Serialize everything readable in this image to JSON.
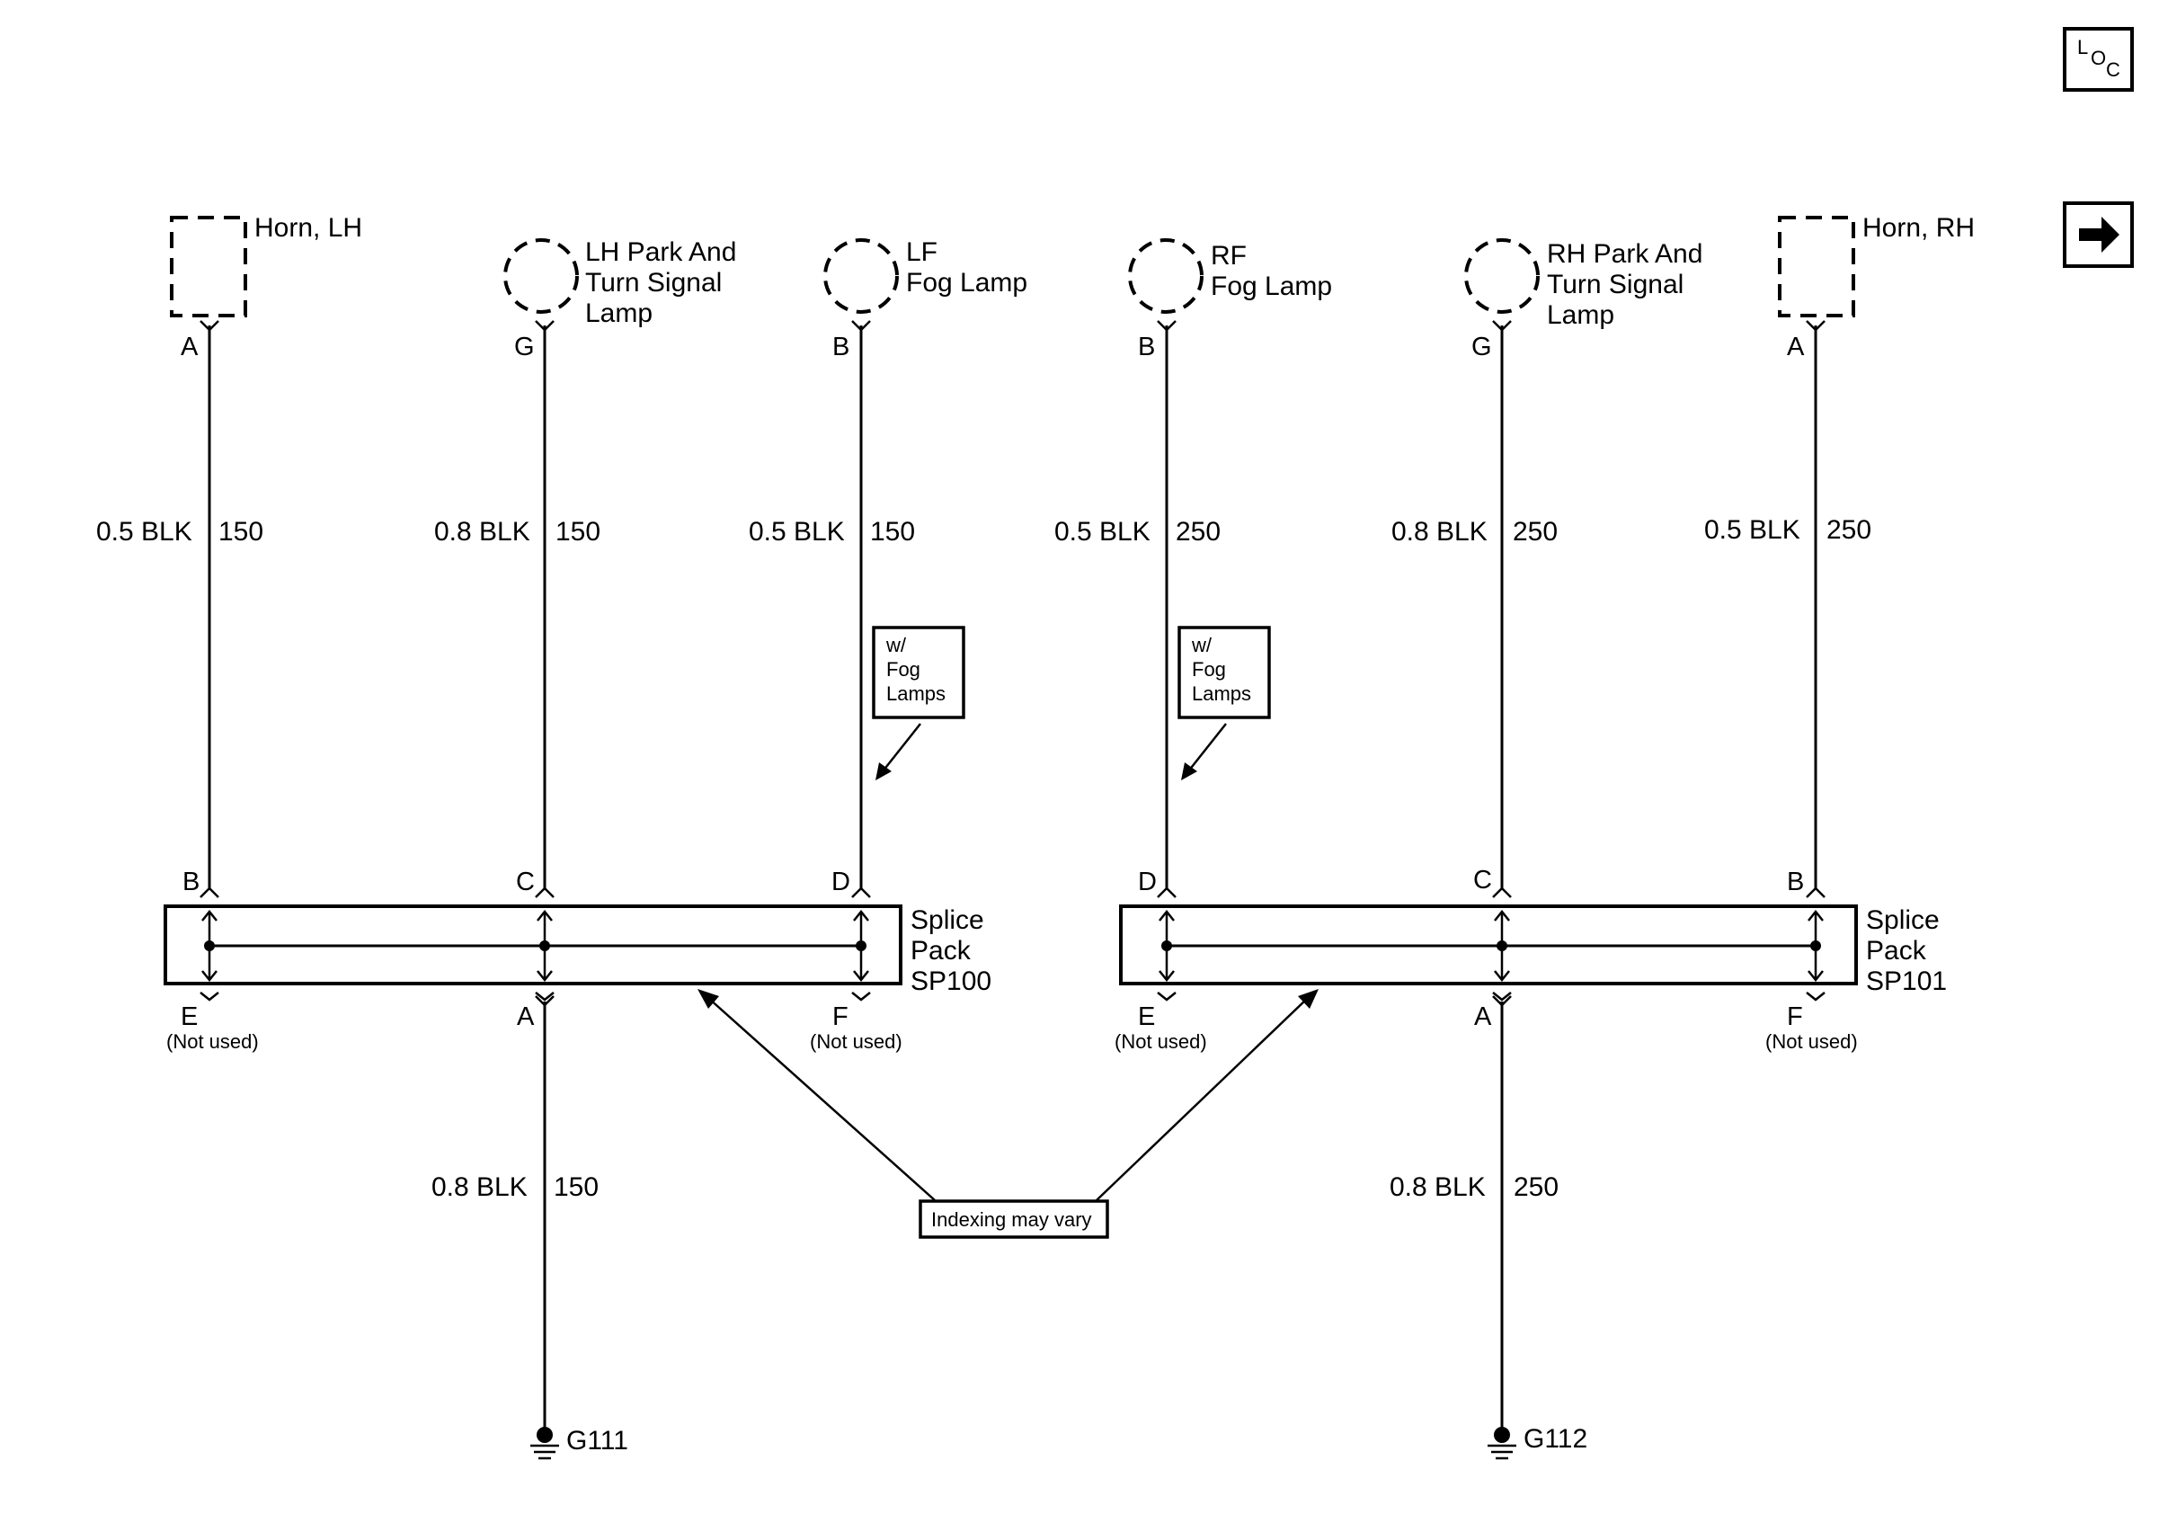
{
  "nav": {
    "loc_icon": "loc-icon",
    "next_icon": "right-arrow-icon"
  },
  "components": {
    "horn_lh": "Horn, LH",
    "lh_park_line1": "LH Park And",
    "lh_park_line2": "Turn Signal",
    "lh_park_line3": "Lamp",
    "lf_fog_line1": "LF",
    "lf_fog_line2": "Fog Lamp",
    "rf_fog_line1": "RF",
    "rf_fog_line2": "Fog Lamp",
    "rh_park_line1": "RH Park And",
    "rh_park_line2": "Turn Signal",
    "rh_park_line3": "Lamp",
    "horn_rh": "Horn, RH"
  },
  "top_pins": {
    "horn_lh": "A",
    "lh_park": "G",
    "lf_fog": "B",
    "rf_fog": "B",
    "rh_park": "G",
    "horn_rh": "A"
  },
  "wires": {
    "w1_size": "0.5 BLK",
    "w1_circuit": "150",
    "w2_size": "0.8 BLK",
    "w2_circuit": "150",
    "w3_size": "0.5 BLK",
    "w3_circuit": "150",
    "w4_size": "0.5 BLK",
    "w4_circuit": "250",
    "w5_size": "0.8 BLK",
    "w5_circuit": "250",
    "w6_size": "0.5 BLK",
    "w6_circuit": "250",
    "g1_size": "0.8 BLK",
    "g1_circuit": "150",
    "g2_size": "0.8 BLK",
    "g2_circuit": "250"
  },
  "option_note": {
    "line1": "w/",
    "line2": "Fog",
    "line3": "Lamps"
  },
  "splice_left": {
    "line1": "Splice",
    "line2": "Pack",
    "line3": "SP100",
    "pin_b": "B",
    "pin_c": "C",
    "pin_d": "D",
    "pin_e": "E",
    "pin_a": "A",
    "pin_f": "F",
    "not_used_e": "(Not used)",
    "not_used_f": "(Not used)"
  },
  "splice_right": {
    "line1": "Splice",
    "line2": "Pack",
    "line3": "SP101",
    "pin_d": "D",
    "pin_c": "C",
    "pin_b": "B",
    "pin_e": "E",
    "pin_a": "A",
    "pin_f": "F",
    "not_used_e": "(Not used)",
    "not_used_f": "(Not used)"
  },
  "indexing_note": "Indexing may vary",
  "grounds": {
    "left": "G111",
    "right": "G112"
  }
}
